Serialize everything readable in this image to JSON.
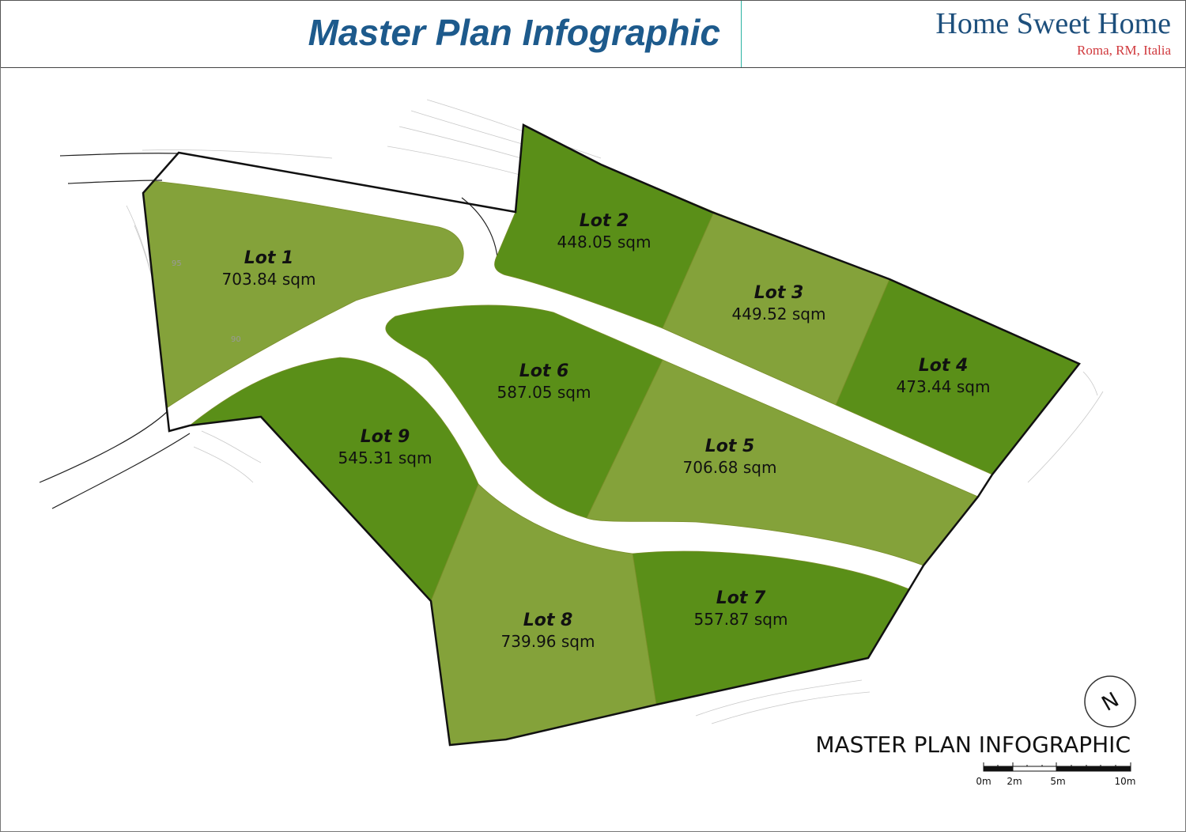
{
  "header": {
    "title": "Master Plan Infographic",
    "brand": {
      "name": "Home Sweet Home",
      "location": "Roma, RM, Italia"
    }
  },
  "colors": {
    "lot_dark": "#5a8f18",
    "lot_light": "#84a23a",
    "title_blue": "#1d5a8c",
    "location_red": "#d0383c",
    "divider_teal": "#2bb3a3"
  },
  "lots": [
    {
      "id": "lot-1",
      "name": "Lot 1",
      "area": "703.84 sqm",
      "shade": "light"
    },
    {
      "id": "lot-2",
      "name": "Lot 2",
      "area": "448.05 sqm",
      "shade": "dark"
    },
    {
      "id": "lot-3",
      "name": "Lot 3",
      "area": "449.52 sqm",
      "shade": "light"
    },
    {
      "id": "lot-4",
      "name": "Lot 4",
      "area": "473.44 sqm",
      "shade": "dark"
    },
    {
      "id": "lot-5",
      "name": "Lot 5",
      "area": "706.68 sqm",
      "shade": "light"
    },
    {
      "id": "lot-6",
      "name": "Lot 6",
      "area": "587.05 sqm",
      "shade": "dark"
    },
    {
      "id": "lot-7",
      "name": "Lot 7",
      "area": "557.87 sqm",
      "shade": "dark"
    },
    {
      "id": "lot-8",
      "name": "Lot 8",
      "area": "739.96 sqm",
      "shade": "light"
    },
    {
      "id": "lot-9",
      "name": "Lot 9",
      "area": "545.31 sqm",
      "shade": "dark"
    }
  ],
  "contour_labels": [
    "95",
    "90"
  ],
  "north_label": "N",
  "plan_caption": "MASTER PLAN INFOGRAPHIC",
  "scale_bar": {
    "labels": [
      "0m",
      "2m",
      "5m",
      "10m"
    ]
  }
}
